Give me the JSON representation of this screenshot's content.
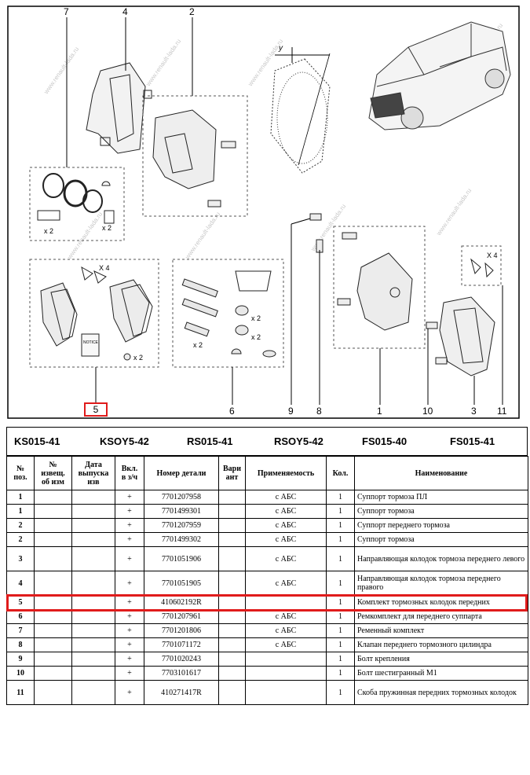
{
  "diagram": {
    "callouts": {
      "c7": "7",
      "c4": "4",
      "c2": "2",
      "c9": "9",
      "c8": "8",
      "c1": "1",
      "c10": "10",
      "c3": "3",
      "c11": "11",
      "c5": "5",
      "c6": "6"
    },
    "qty_marks": {
      "x2": "x 2",
      "x4": "X 4"
    },
    "notice_label": "NOTICE",
    "axis_label": "y",
    "watermark": "www.renault-lada.ru",
    "colors": {
      "frame": "#000000",
      "highlight": "#e01b1b",
      "watermark": "#c8c8c8"
    }
  },
  "codes": [
    "KS015-41",
    "KSOY5-42",
    "RS015-41",
    "RSOY5-42",
    "FS015-40",
    "FS015-41"
  ],
  "table": {
    "headers": {
      "pos": [
        "№",
        "поз."
      ],
      "change": [
        "№",
        "извещ.",
        "об изм"
      ],
      "date": [
        "Дата",
        "выпуска",
        "изв"
      ],
      "incl": [
        "Вкл.",
        "в з/ч"
      ],
      "part": [
        "Номер детали"
      ],
      "variant": [
        "Вари",
        "ант"
      ],
      "applic": [
        "Применяемость"
      ],
      "qty": [
        "Кол."
      ],
      "name": [
        "Наименование"
      ]
    },
    "rows": [
      {
        "pos": "1",
        "incl": "+",
        "part": "7701207958",
        "applic": "с АБС",
        "qty": "1",
        "name": "Суппорт тормоза ПЛ"
      },
      {
        "pos": "1",
        "incl": "+",
        "part": "7701499301",
        "applic": "с АБС",
        "qty": "1",
        "name": "Суппорт тормоза"
      },
      {
        "pos": "2",
        "incl": "+",
        "part": "7701207959",
        "applic": "с АБС",
        "qty": "1",
        "name": "Суппорт переднего тормоза"
      },
      {
        "pos": "2",
        "incl": "+",
        "part": "7701499302",
        "applic": "с АБС",
        "qty": "1",
        "name": "Суппорт тормоза"
      },
      {
        "pos": "3",
        "incl": "+",
        "part": "7701051906",
        "applic": "с АБС",
        "qty": "1",
        "name": "Направляющая колодок тормоза переднего левого",
        "tall": true
      },
      {
        "pos": "4",
        "incl": "+",
        "part": "7701051905",
        "applic": "с АБС",
        "qty": "1",
        "name": "Направляющая колодок тормоза переднего правого",
        "tall": true
      },
      {
        "pos": "5",
        "incl": "+",
        "part": "410602192R",
        "applic": "",
        "qty": "1",
        "name": "Комплект тормозных колодок передних"
      },
      {
        "pos": "6",
        "incl": "+",
        "part": "7701207961",
        "applic": "с АБС",
        "qty": "1",
        "name": "Ремкомплект для переднего суппарта"
      },
      {
        "pos": "7",
        "incl": "+",
        "part": "7701201806",
        "applic": "с АБС",
        "qty": "1",
        "name": "Ременный комплект"
      },
      {
        "pos": "8",
        "incl": "+",
        "part": "7701071172",
        "applic": "с АБС",
        "qty": "1",
        "name": "Клапан переднего тормозного цилиндра"
      },
      {
        "pos": "9",
        "incl": "+",
        "part": "7701020243",
        "applic": "",
        "qty": "1",
        "name": "Болт крепления"
      },
      {
        "pos": "10",
        "incl": "+",
        "part": "7703101617",
        "applic": "",
        "qty": "1",
        "name": "Болт шестигранный М1"
      },
      {
        "pos": "11",
        "incl": "+",
        "part": "410271417R",
        "applic": "",
        "qty": "1",
        "name": "Скоба пружинная передних тормозных колодок",
        "tall": true
      }
    ]
  }
}
